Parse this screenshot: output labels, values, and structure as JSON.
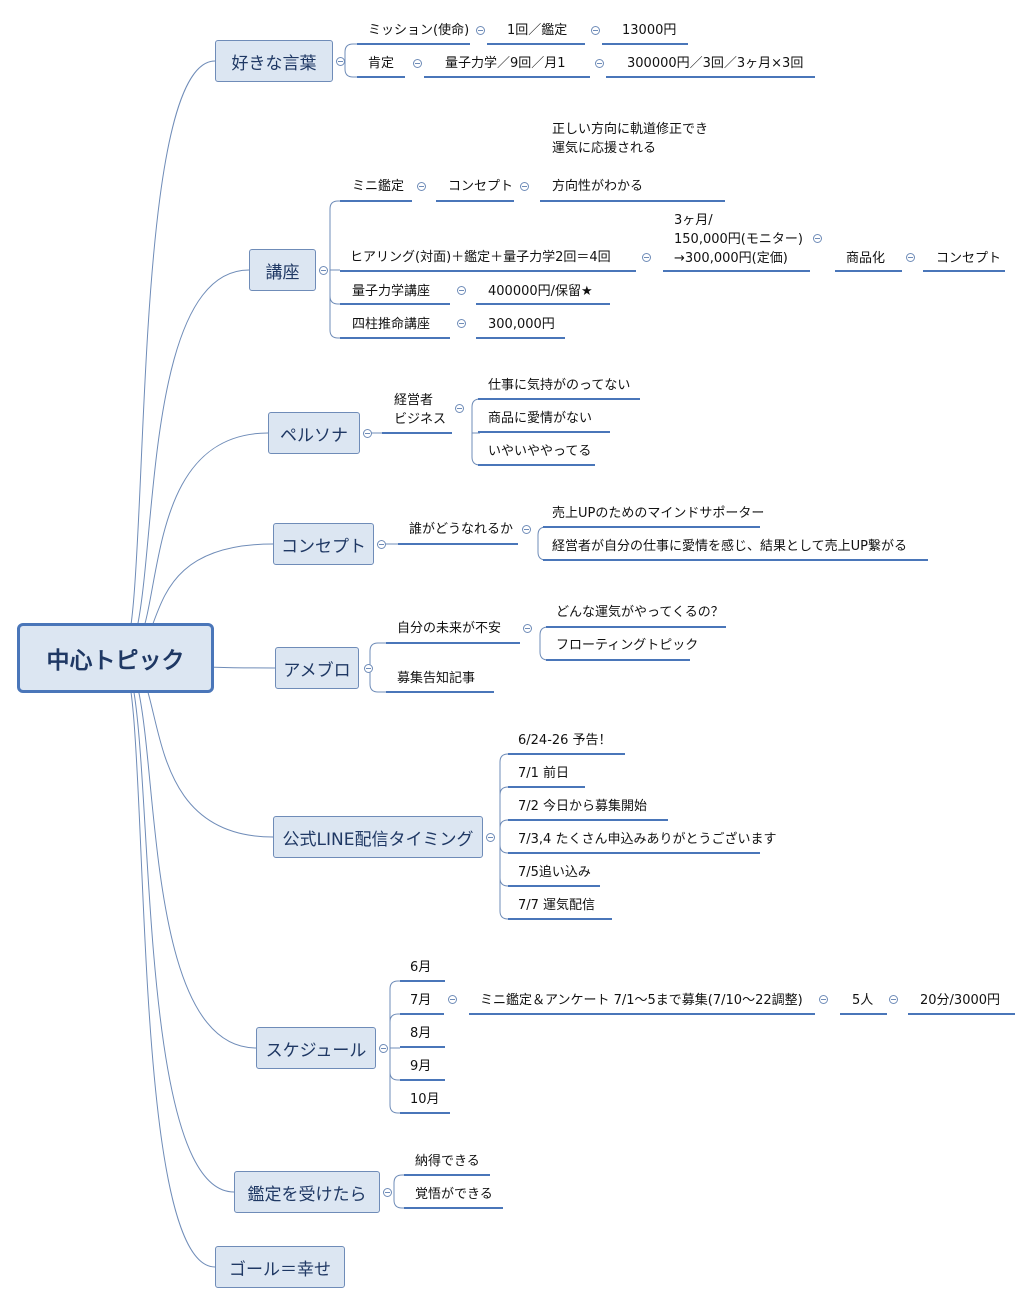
{
  "central_topic": "中心トピック",
  "branches": {
    "b1": {
      "label": "好きな言葉",
      "mission": "ミッション(使命)",
      "mission_once": "1回／鑑定",
      "mission_price": "13000円",
      "positive": "肯定",
      "positive_quantum": "量子力学／9回／月1",
      "positive_price": "300000円／3回／3ヶ月×3回"
    },
    "b2": {
      "label": "講座",
      "note": [
        "正しい方向に軌道修正でき",
        "運気に応援される"
      ],
      "mini": "ミニ鑑定",
      "mini_concept": "コンセプト",
      "mini_direction": "方向性がわかる",
      "hearing": "ヒアリング(対面)＋鑑定＋量子力学2回＝4回",
      "hearing_price": [
        "3ヶ月/",
        "150,000円(モニター)",
        "→300,000円(定価)"
      ],
      "productize": "商品化",
      "productize_concept": "コンセプト",
      "quantum_course": "量子力学講座",
      "quantum_price": "400000円/保留★",
      "shichu": "四柱推命講座",
      "shichu_price": "300,000円"
    },
    "b3": {
      "label": "ペルソナ",
      "owner": [
        "経営者",
        "ビジネス"
      ],
      "p1": "仕事に気持がのってない",
      "p2": "商品に愛情がない",
      "p3": "いやいややってる"
    },
    "b4": {
      "label": "コンセプト",
      "who": "誰がどうなれるか",
      "c1": "売上UPのためのマインドサポーター",
      "c2": "経営者が自分の仕事に愛情を感じ、結果として売上UP繋がる"
    },
    "b5": {
      "label": "アメブロ",
      "anxiety": "自分の未来が不安",
      "a1": "どんな運気がやってくるの？",
      "a2": "フローティングトピック",
      "recruit": "募集告知記事"
    },
    "b6": {
      "label": "公式LINE配信タイミング",
      "l1": "6/24-26 予告！",
      "l2": "7/1 前日",
      "l3": "7/2 今日から募集開始",
      "l4": "7/3,4 たくさん申込みありがとうございます",
      "l5": "7/5追い込み",
      "l6": "7/7 運気配信"
    },
    "b7": {
      "label": "スケジュール",
      "jun": "6月",
      "jul": "7月",
      "jul_detail": "ミニ鑑定＆アンケート 7/1〜5まで募集(7/10〜22調整)",
      "jul_people": "5人",
      "jul_price": "20分/3000円",
      "aug": "8月",
      "sep": "9月",
      "oct": "10月"
    },
    "b8": {
      "label": "鑑定を受けたら",
      "r1": "納得できる",
      "r2": "覚悟ができる"
    },
    "b9": {
      "label": "ゴール＝幸せ"
    }
  },
  "colors": {
    "topic_fill": "#dce6f2",
    "topic_border": "#6f8cb8",
    "central_border": "#4a76b9",
    "branch_line": "#6f8cb8",
    "underline": "#4a76b9"
  }
}
